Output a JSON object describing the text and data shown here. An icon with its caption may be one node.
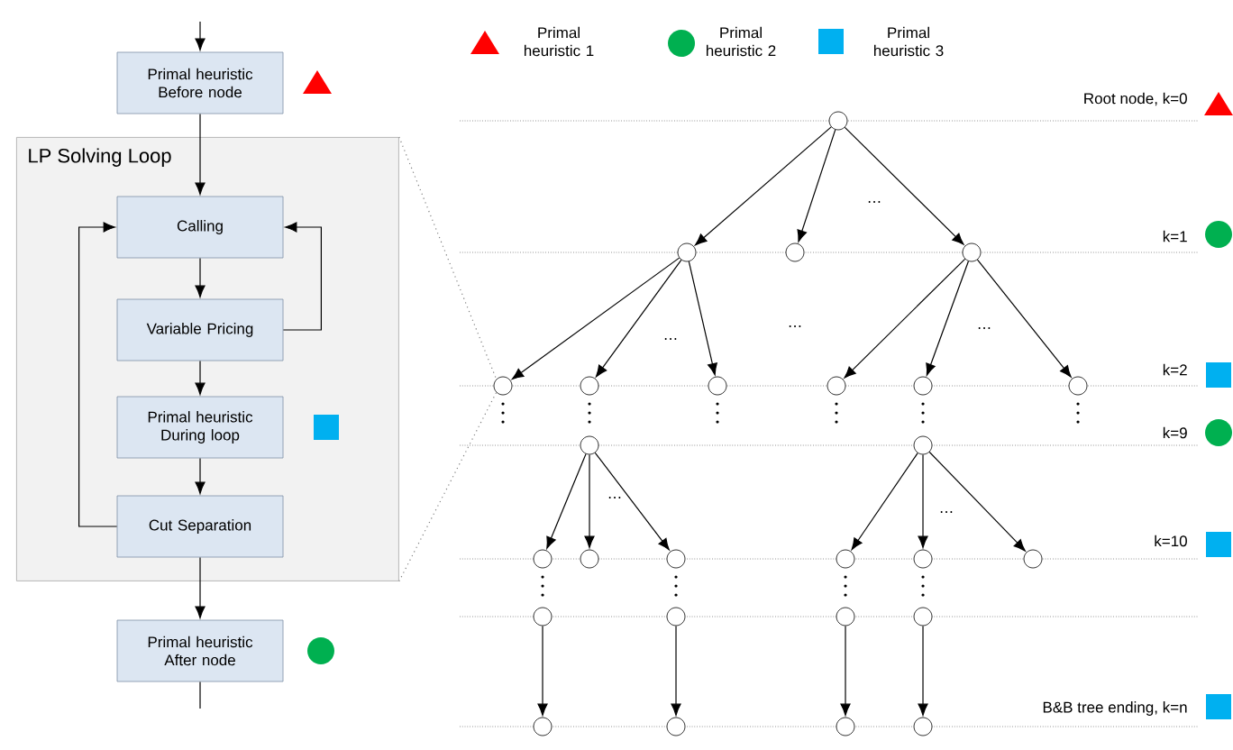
{
  "diagram": {
    "nodes": [
      {
        "text": [
          "Primal heuristic Before node"
        ]
      },
      {
        "text": [
          "LP Solving Loop"
        ]
      },
      {
        "text": [
          "Calling"
        ],
        "in": 1
      },
      {
        "text": [
          "Variable Pricing"
        ],
        "in": 1
      },
      {
        "text": [
          "Primal heuristic During loop"
        ],
        "in": 1
      },
      {
        "text": [
          "Cut Separation"
        ],
        "in": 1
      },
      {
        "text": [
          "Primal heuristic After node"
        ]
      },
      {
        "text": [],
        "shape": "circle"
      },
      {
        "text": [],
        "shape": "circle"
      },
      {
        "text": [],
        "shape": "circle"
      },
      {
        "text": [],
        "shape": "circle"
      },
      {
        "text": [],
        "shape": "circle"
      },
      {
        "text": [],
        "shape": "circle"
      },
      {
        "text": [],
        "shape": "circle"
      },
      {
        "text": [],
        "shape": "circle"
      },
      {
        "text": [],
        "shape": "circle"
      },
      {
        "text": [],
        "shape": "circle"
      },
      {
        "text": [],
        "shape": "circle"
      },
      {
        "text": [],
        "shape": "circle"
      },
      {
        "text": [],
        "shape": "circle"
      },
      {
        "text": [],
        "shape": "circle"
      },
      {
        "text": [],
        "shape": "circle"
      },
      {
        "text": [],
        "shape": "circle"
      },
      {
        "text": [],
        "shape": "circle"
      },
      {
        "text": [],
        "shape": "circle"
      },
      {
        "text": [],
        "shape": "circle"
      },
      {
        "text": [],
        "shape": "circle"
      },
      {
        "text": [],
        "shape": "circle"
      },
      {
        "text": [],
        "shape": "circle"
      },
      {
        "text": [],
        "shape": "circle"
      },
      {
        "text": [],
        "shape": "circle"
      },
      {
        "text": [],
        "shape": "circle"
      },
      {
        "text": [],
        "shape": "circle"
      }
    ],
    "edges": [
      {
        "from": null,
        "to": 0,
        "arrow": "to"
      },
      {
        "from": 0,
        "to": 2,
        "arrow": "to"
      },
      {
        "from": 2,
        "to": 3,
        "arrow": "to"
      },
      {
        "from": 3,
        "to": 4,
        "arrow": "to"
      },
      {
        "from": 4,
        "to": 5,
        "arrow": "to"
      },
      {
        "from": 5,
        "to": 2,
        "arrow": "to"
      },
      {
        "from": 3,
        "to": 2,
        "arrow": "to"
      },
      {
        "from": 5,
        "to": 6,
        "arrow": "to"
      },
      {
        "from": 6,
        "to": null,
        "arrow": "none"
      },
      {
        "from": 7,
        "to": 8,
        "arrow": "to"
      },
      {
        "from": 7,
        "to": 9,
        "arrow": "to"
      },
      {
        "from": 7,
        "to": 10,
        "arrow": "to"
      },
      {
        "from": 8,
        "to": 11,
        "arrow": "to"
      },
      {
        "from": 8,
        "to": 12,
        "arrow": "to"
      },
      {
        "from": 8,
        "to": 13,
        "arrow": "to"
      },
      {
        "from": 10,
        "to": 14,
        "arrow": "to"
      },
      {
        "from": 10,
        "to": 15,
        "arrow": "to"
      },
      {
        "from": 10,
        "to": 16,
        "arrow": "to"
      },
      {
        "from": 17,
        "to": 19,
        "arrow": "to"
      },
      {
        "from": 17,
        "to": 20,
        "arrow": "to"
      },
      {
        "from": 17,
        "to": 21,
        "arrow": "to"
      },
      {
        "from": 18,
        "to": 22,
        "arrow": "to"
      },
      {
        "from": 18,
        "to": 23,
        "arrow": "to"
      },
      {
        "from": 18,
        "to": 24,
        "arrow": "to"
      },
      {
        "from": 25,
        "to": 29,
        "arrow": "to"
      },
      {
        "from": 26,
        "to": 30,
        "arrow": "to"
      },
      {
        "from": 27,
        "to": 31,
        "arrow": "to"
      },
      {
        "from": 28,
        "to": 32,
        "arrow": "to"
      },
      {
        "from": 1,
        "to": 11,
        "arrow": "none",
        "style": "dashed",
        "color": "#7f7f7f"
      },
      {
        "from": 1,
        "to": 11,
        "arrow": "none",
        "style": "dashed",
        "color": "#7f7f7f"
      }
    ],
    "labels": [
      "Root node, k=0",
      "…",
      "k=1",
      "…",
      "…",
      "…",
      "k=2",
      "k=9",
      "…",
      "…",
      "k=10",
      "B&B tree ending, k=n"
    ],
    "legend": [
      {
        "text": "Primal heuristic 1",
        "color": "#ff0000"
      },
      {
        "text": "Primal heuristic 2",
        "color": "#00b050"
      },
      {
        "text": "Primal heuristic 3",
        "color": "#00b0f0"
      }
    ]
  }
}
